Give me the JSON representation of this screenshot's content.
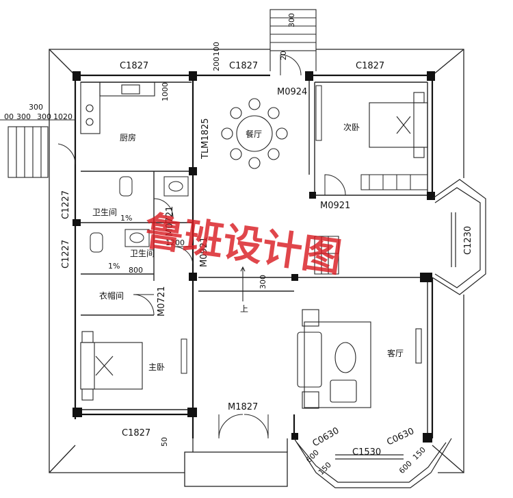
{
  "rooms": {
    "kitchen": "厨房",
    "dining": "餐厅",
    "second_bedroom": "次卧",
    "bathroom_1": "卫生间",
    "bathroom_2": "卫生间",
    "closet": "衣帽间",
    "master_bedroom": "主卧",
    "living_room": "客厅",
    "stair_up": "上"
  },
  "windows": {
    "top_left": "C1827",
    "top_mid": "C1827",
    "top_right": "C1827",
    "left_1": "C1227",
    "left_2": "C1227",
    "bottom_left": "C1827",
    "bay_right": "C1230",
    "bay_bottom_1": "C0630",
    "bay_bottom_2": "C1530",
    "bay_bottom_3": "C0630"
  },
  "doors": {
    "m0924": "M0924",
    "m0921_top": "M0921",
    "m0721_a": "M0721",
    "m0921_mid": "M0921",
    "m0721_b": "M0721",
    "tlm1825": "TLM1825",
    "m1827": "M1827"
  },
  "dims": {
    "d300_top": "300",
    "d00": "00",
    "d300_a": "300",
    "d300_b": "300",
    "d1020": "1020",
    "d1000": "1000",
    "d1200": "1200",
    "d800": "800",
    "d300_stair": "300",
    "d50": "50",
    "d20": "20",
    "d300_entry": "300",
    "d200": "200",
    "d100": "100",
    "d600_a": "600",
    "d600_b": "600",
    "d150_a": "150",
    "d150_b": "150",
    "slope_1": "1%",
    "slope_2": "1%"
  },
  "watermark": "鲁班设计图"
}
